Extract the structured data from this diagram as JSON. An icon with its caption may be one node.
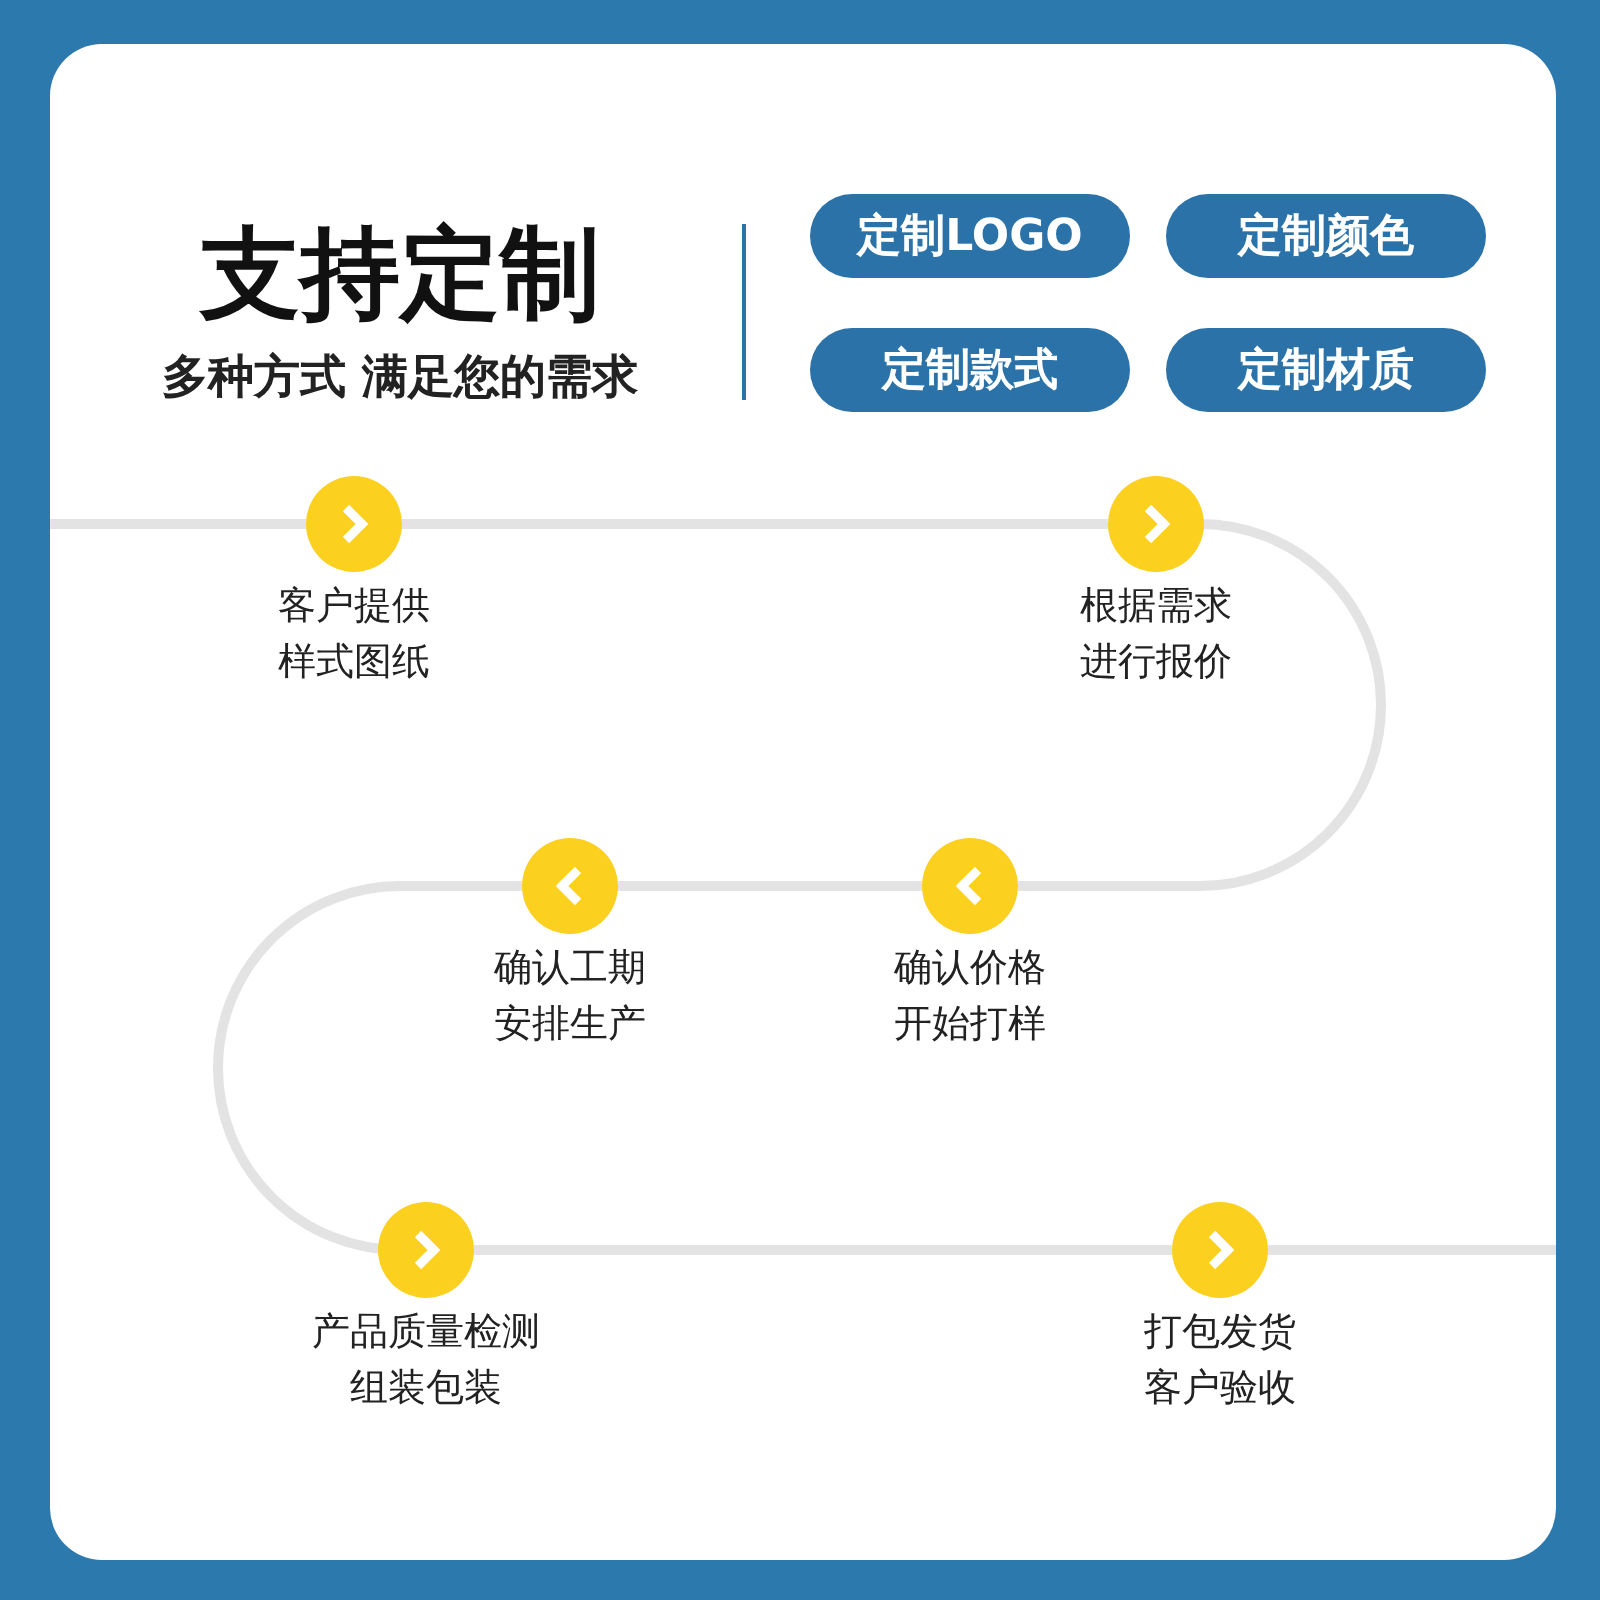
{
  "diagram": {
    "title": "支持定制",
    "nodes": [
      {
        "text": [
          "定制LOGO"
        ]
      },
      {
        "text": [
          "定制颜色"
        ]
      },
      {
        "text": [
          "定制款式"
        ]
      },
      {
        "text": [
          "定制材质"
        ]
      },
      {
        "text": [],
        "shape": "circle",
        "beside": [
          "客户提供样式图纸"
        ]
      },
      {
        "text": [],
        "shape": "circle",
        "beside": [
          "根据需求进行报价"
        ]
      },
      {
        "text": [],
        "shape": "circle",
        "beside": [
          "确认价格开始打样"
        ]
      },
      {
        "text": [],
        "shape": "circle",
        "beside": [
          "确认工期安排生产"
        ]
      },
      {
        "text": [],
        "shape": "circle",
        "beside": [
          "产品质量检测组装包装"
        ]
      },
      {
        "text": [],
        "shape": "circle",
        "beside": [
          "打包发货客户验收"
        ]
      }
    ],
    "edges": [
      {
        "from": null,
        "to": 4,
        "arrow": "none"
      },
      {
        "from": 4,
        "to": 5,
        "arrow": "none"
      },
      {
        "from": 5,
        "to": 6,
        "arrow": "none"
      },
      {
        "from": 6,
        "to": 7,
        "arrow": "none"
      },
      {
        "from": 7,
        "to": 8,
        "arrow": "none"
      },
      {
        "from": 8,
        "to": 9,
        "arrow": "none"
      },
      {
        "from": 9,
        "to": null,
        "arrow": "none"
      }
    ],
    "labels": [
      "多种方式 满足您的需求"
    ]
  }
}
